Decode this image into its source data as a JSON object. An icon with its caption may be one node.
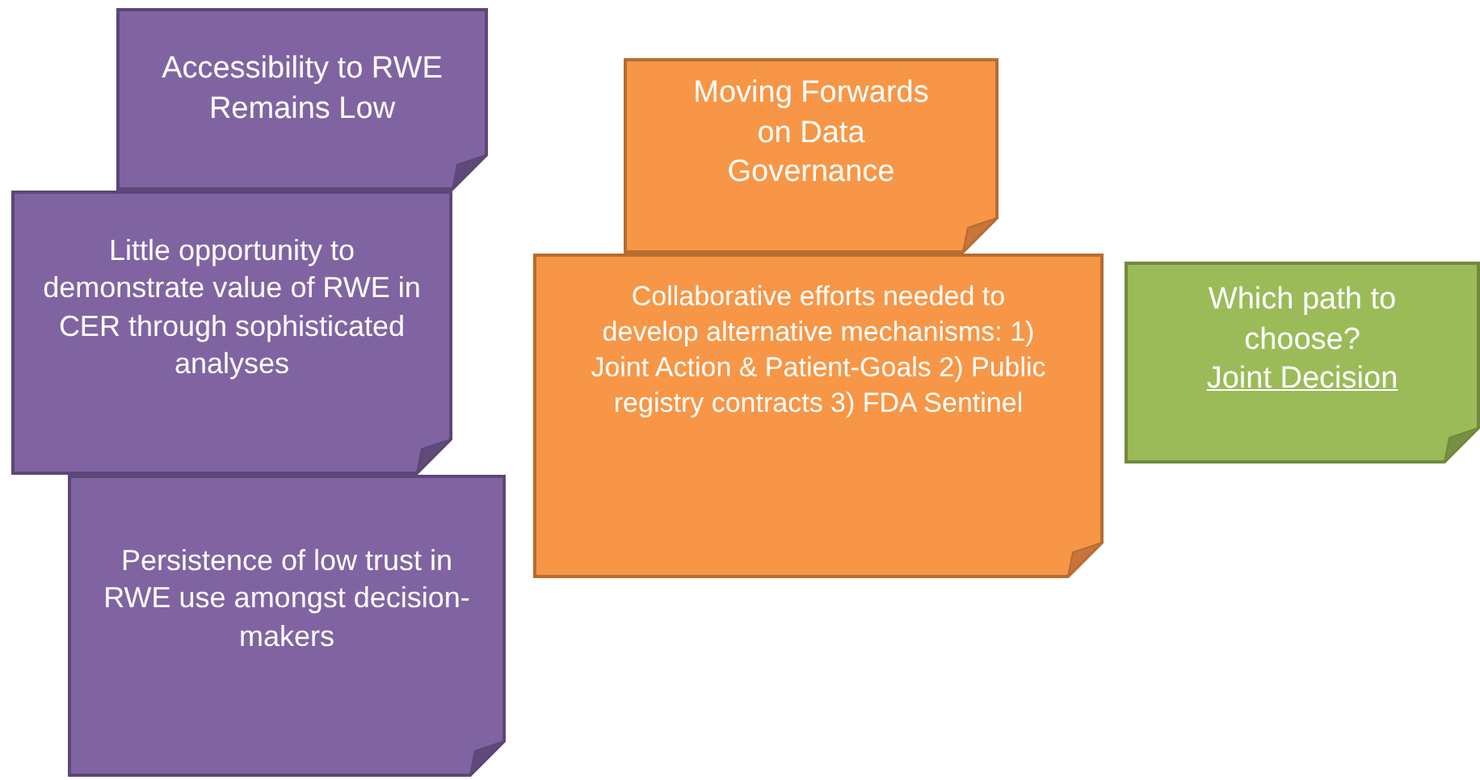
{
  "diagram": {
    "nodes": [
      {
        "text": [
          "Accessibility to RWE Remains Low"
        ]
      },
      {
        "text": [
          "Little opportunity to demonstrate value of RWE in CER through sophisticated analyses"
        ]
      },
      {
        "text": [
          "Persistence of low trust in RWE use amongst decision-makers"
        ]
      },
      {
        "text": [
          "Moving Forwards on Data Governance"
        ]
      },
      {
        "text": [
          "Collaborative efforts needed to develop alternative mechanisms: 1) Joint Action & Patient-Goals 2) Public registry contracts 3) FDA Sentinel"
        ]
      },
      {
        "text": [
          "Which path to choose?",
          "Joint Decision"
        ]
      }
    ]
  }
}
